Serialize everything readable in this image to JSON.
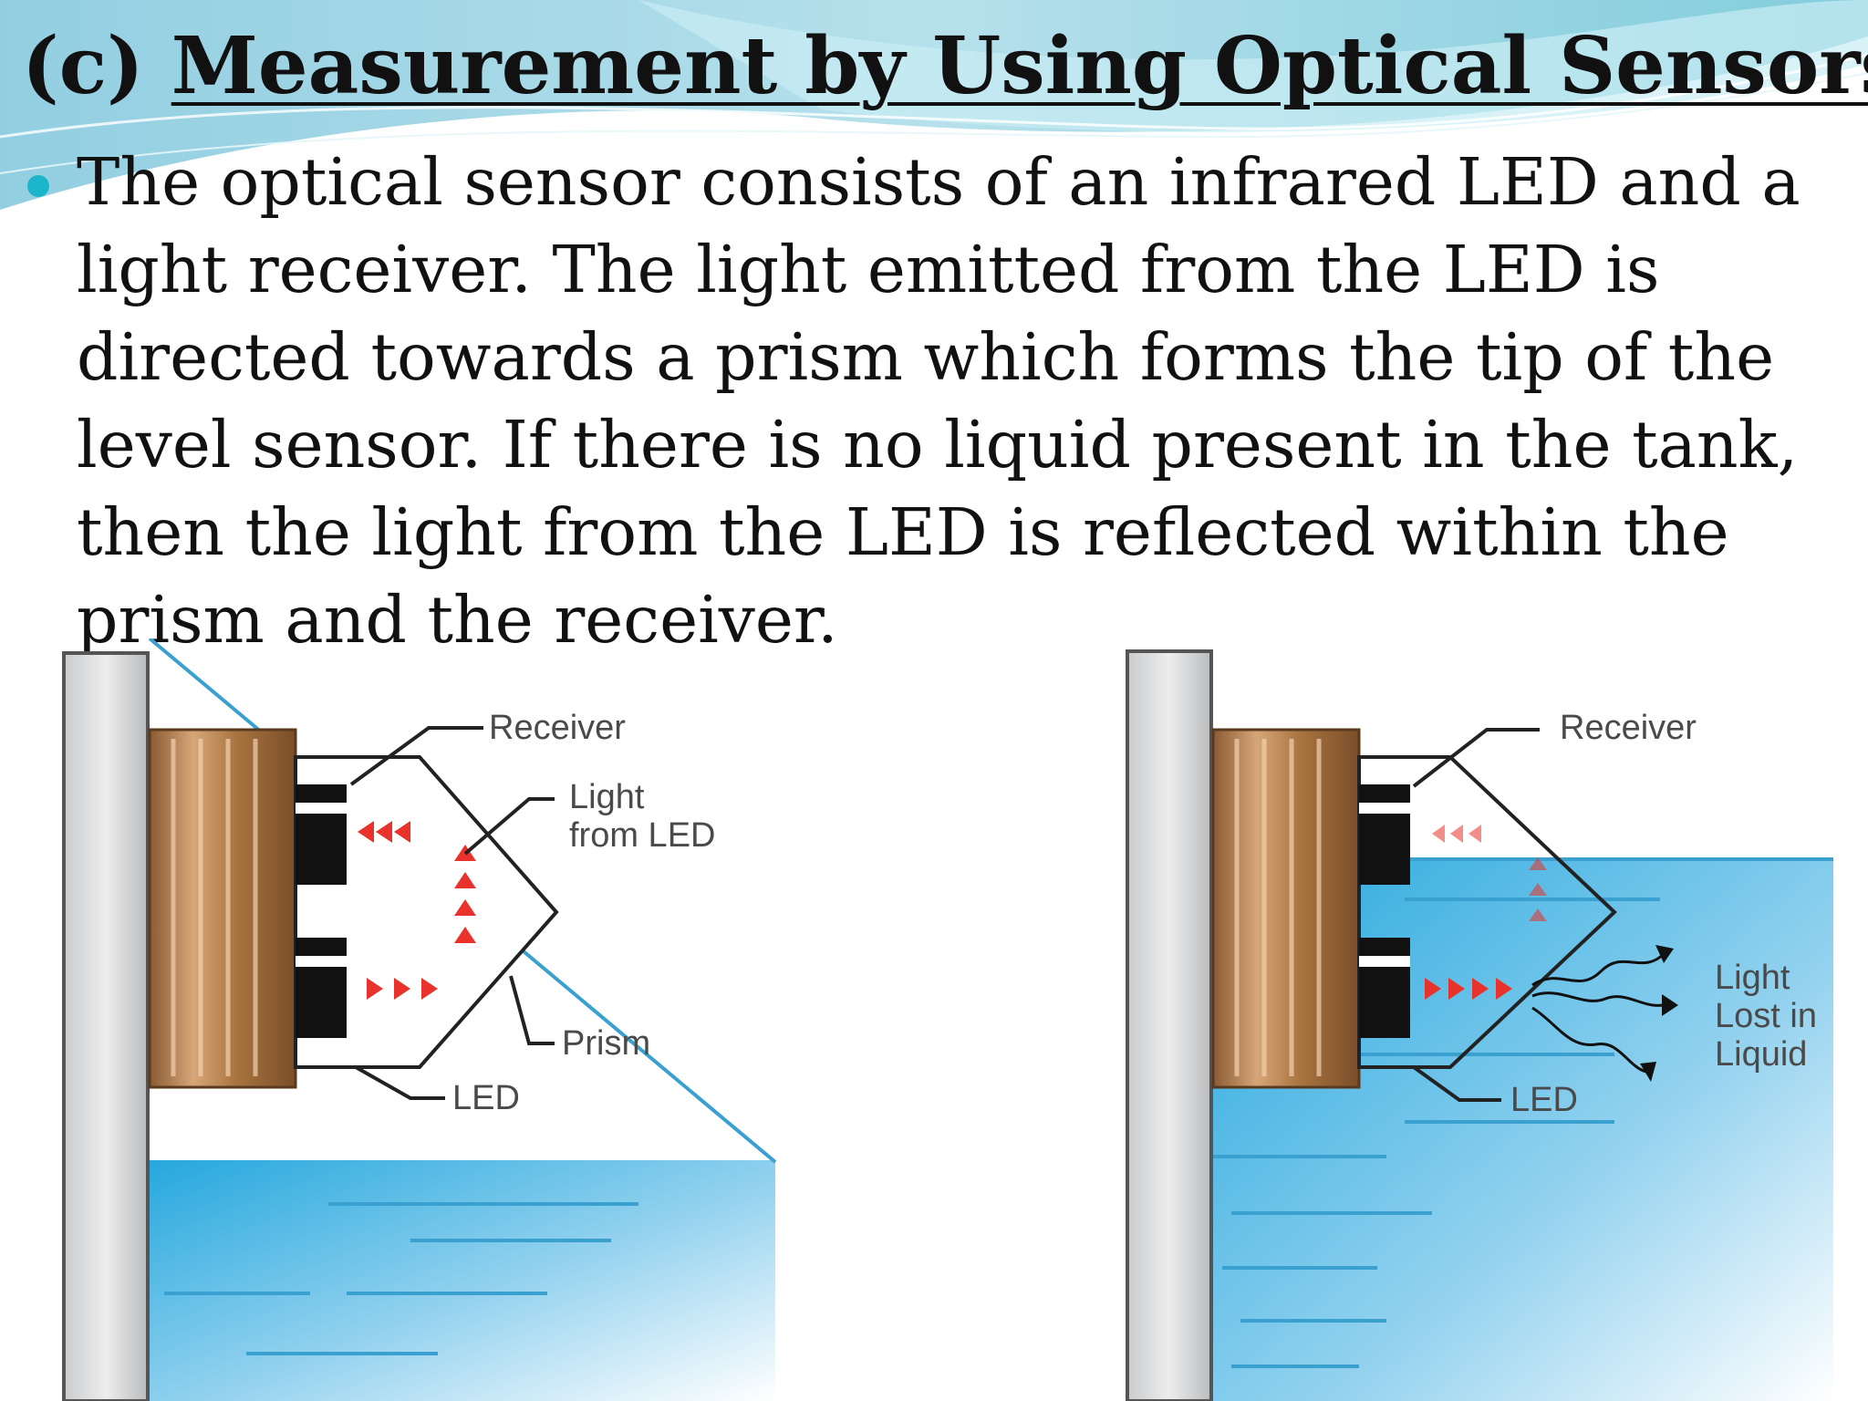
{
  "title": {
    "prefix": "(c)",
    "main": "Measurement by Using Optical Sensors"
  },
  "bullet": {
    "text": "The optical sensor consists of an infrared LED and a light receiver. The light emitted from the LED is directed towards a prism which forms the tip of the level sensor. If there is no liquid present in the tank, then the light from the LED is reflected within the prism and the receiver."
  },
  "diagram_left": {
    "receiver": "Receiver",
    "light_line1": "Light",
    "light_line2": "from LED",
    "prism": "Prism",
    "led": "LED"
  },
  "diagram_right": {
    "receiver": "Receiver",
    "lost_line1": "Light",
    "lost_line2": "Lost in",
    "lost_line3": "Liquid",
    "led": "LED"
  },
  "colors": {
    "accent": "#1bb6c9",
    "water": "#1aa3dc",
    "arrows": "#e8322b",
    "thread": "#b07a4a"
  }
}
